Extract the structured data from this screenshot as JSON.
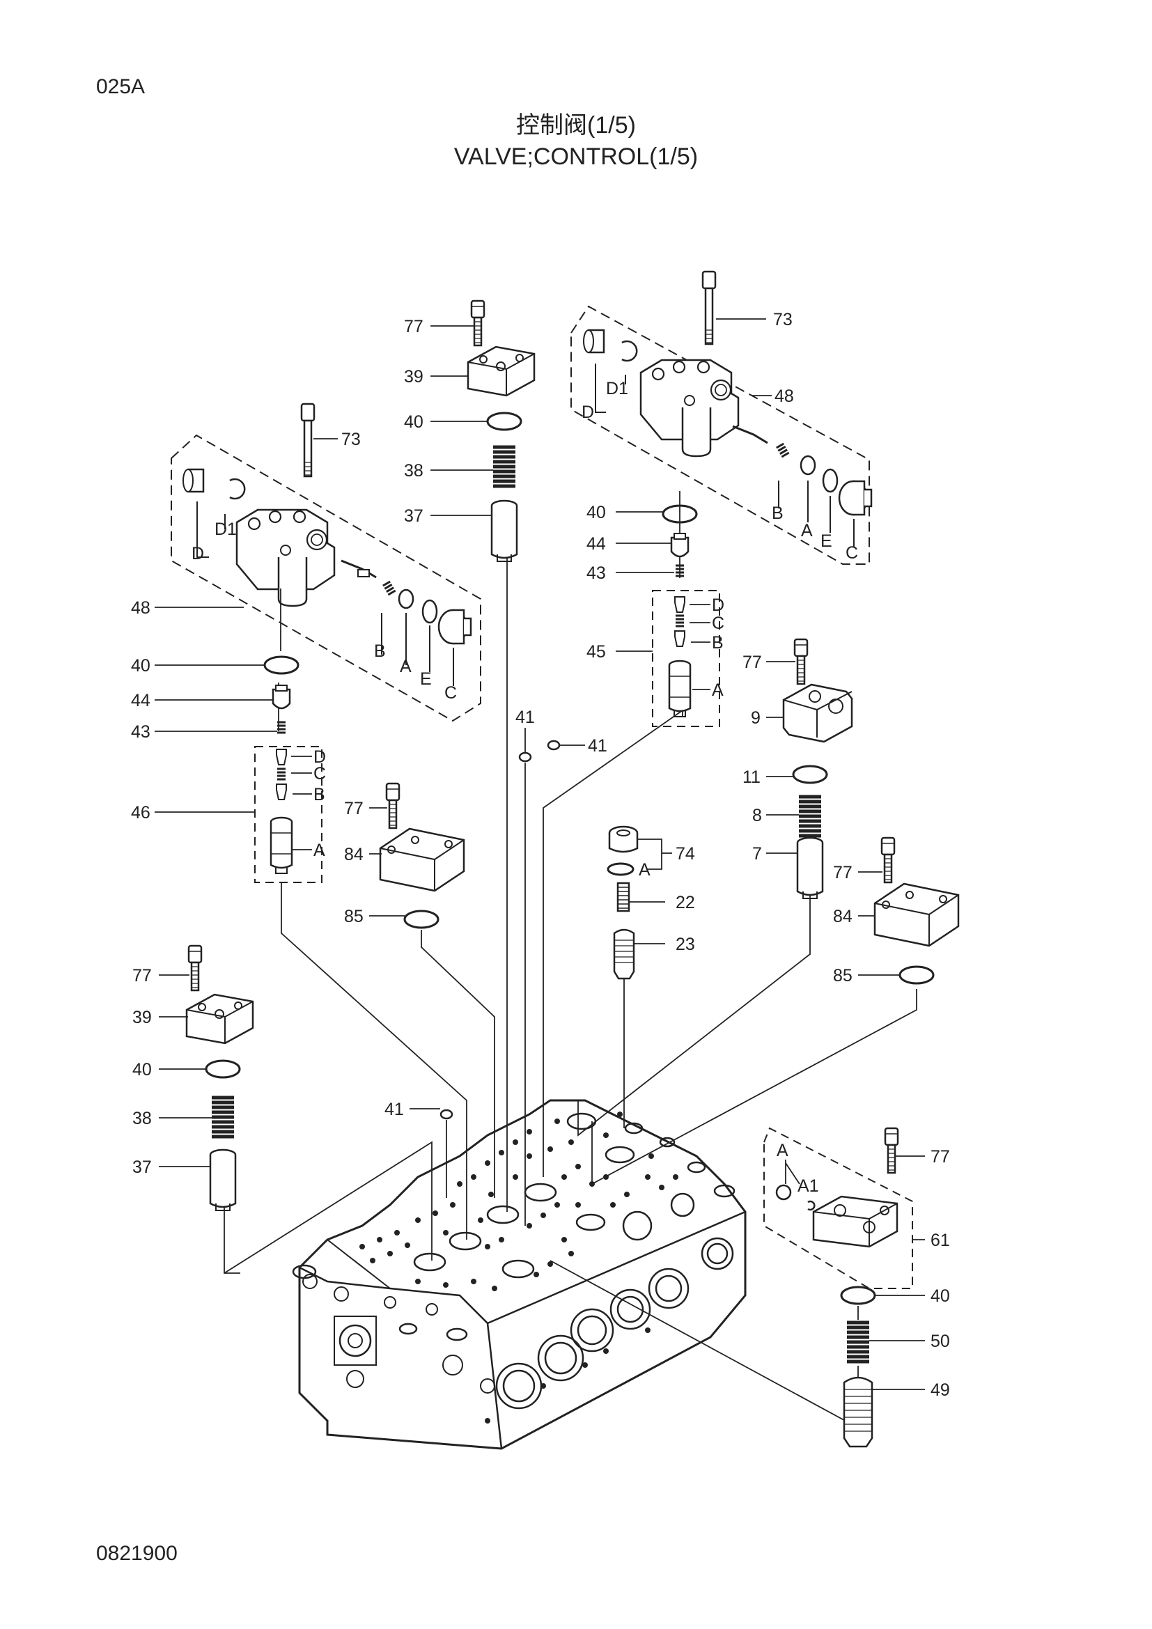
{
  "page_code": "025A",
  "title_cn": "控制阀(1/5)",
  "title_en": "VALVE;CONTROL(1/5)",
  "footer_code": "0821900",
  "callouts": {
    "c73a": "73",
    "c48a": "48",
    "c40a": "40",
    "c44a": "44",
    "c43a": "43",
    "c46": "46",
    "c77a": "77",
    "c39a": "39",
    "c40b": "40",
    "c38a": "38",
    "c37a": "37",
    "c73b": "73",
    "c48b": "48",
    "c40c": "40",
    "c44b": "44",
    "c43b": "43",
    "c45": "45",
    "c77b": "77",
    "c84a": "84",
    "c85a": "85",
    "c77c": "77",
    "c39b": "39",
    "c40d": "40",
    "c38b": "38",
    "c37b": "37",
    "c41a": "41",
    "c41b": "41",
    "c41c": "41",
    "c74": "74",
    "c22": "22",
    "c23": "23",
    "c77d": "77",
    "c9": "9",
    "c11": "11",
    "c8": "8",
    "c7": "7",
    "c77e": "77",
    "c84b": "84",
    "c85b": "85",
    "c77f": "77",
    "c61": "61",
    "c40e": "40",
    "c50": "50",
    "c49": "49"
  },
  "sub_labels": {
    "left_cover": {
      "d1": "D1",
      "d": "D",
      "b": "B",
      "a": "A",
      "e": "E",
      "c": "C"
    },
    "left_valve": {
      "d": "D",
      "c": "C",
      "b": "B",
      "a": "A"
    },
    "right_cover": {
      "d1": "D1",
      "d": "D",
      "b": "B",
      "a": "A",
      "e": "E",
      "c": "C"
    },
    "right_valve": {
      "d": "D",
      "c": "C",
      "b": "B",
      "a": "A"
    },
    "plug_74": {
      "a": "A"
    },
    "cover_61": {
      "a": "A",
      "a1": "A1"
    }
  }
}
